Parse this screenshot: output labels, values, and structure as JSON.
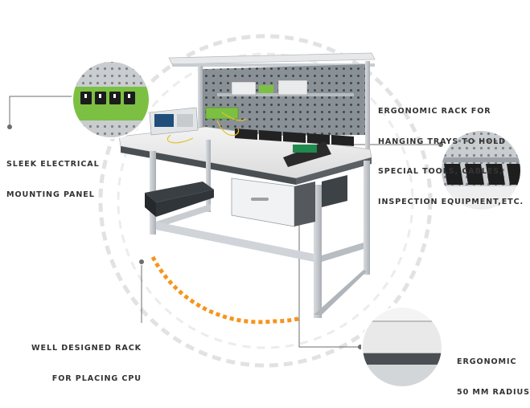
{
  "callouts": {
    "electrical_panel": {
      "lines": [
        "SLEEK ELECTRICAL",
        "MOUNTING PANEL"
      ]
    },
    "hanging_rack": {
      "lines": [
        "ERGONOMIC RACK FOR",
        "HANGING TRAYS TO HOLD",
        "SPECIAL TOOLS, CABLES,",
        "INSPECTION EQUIPMENT,ETC."
      ]
    },
    "cpu_rack": {
      "lines": [
        "WELL DESIGNED RACK",
        "FOR PLACING CPU"
      ]
    },
    "radius": {
      "lines": [
        "ERGONOMIC",
        "50 MM RADIUS"
      ]
    }
  },
  "colors": {
    "accent_orange": "#f7941d",
    "ring_gray": "#e2e2e2",
    "frame_gray": "#cfd3d6",
    "leader_gray": "#6d6d6d",
    "panel_green": "#7cc043",
    "text": "#333333"
  }
}
